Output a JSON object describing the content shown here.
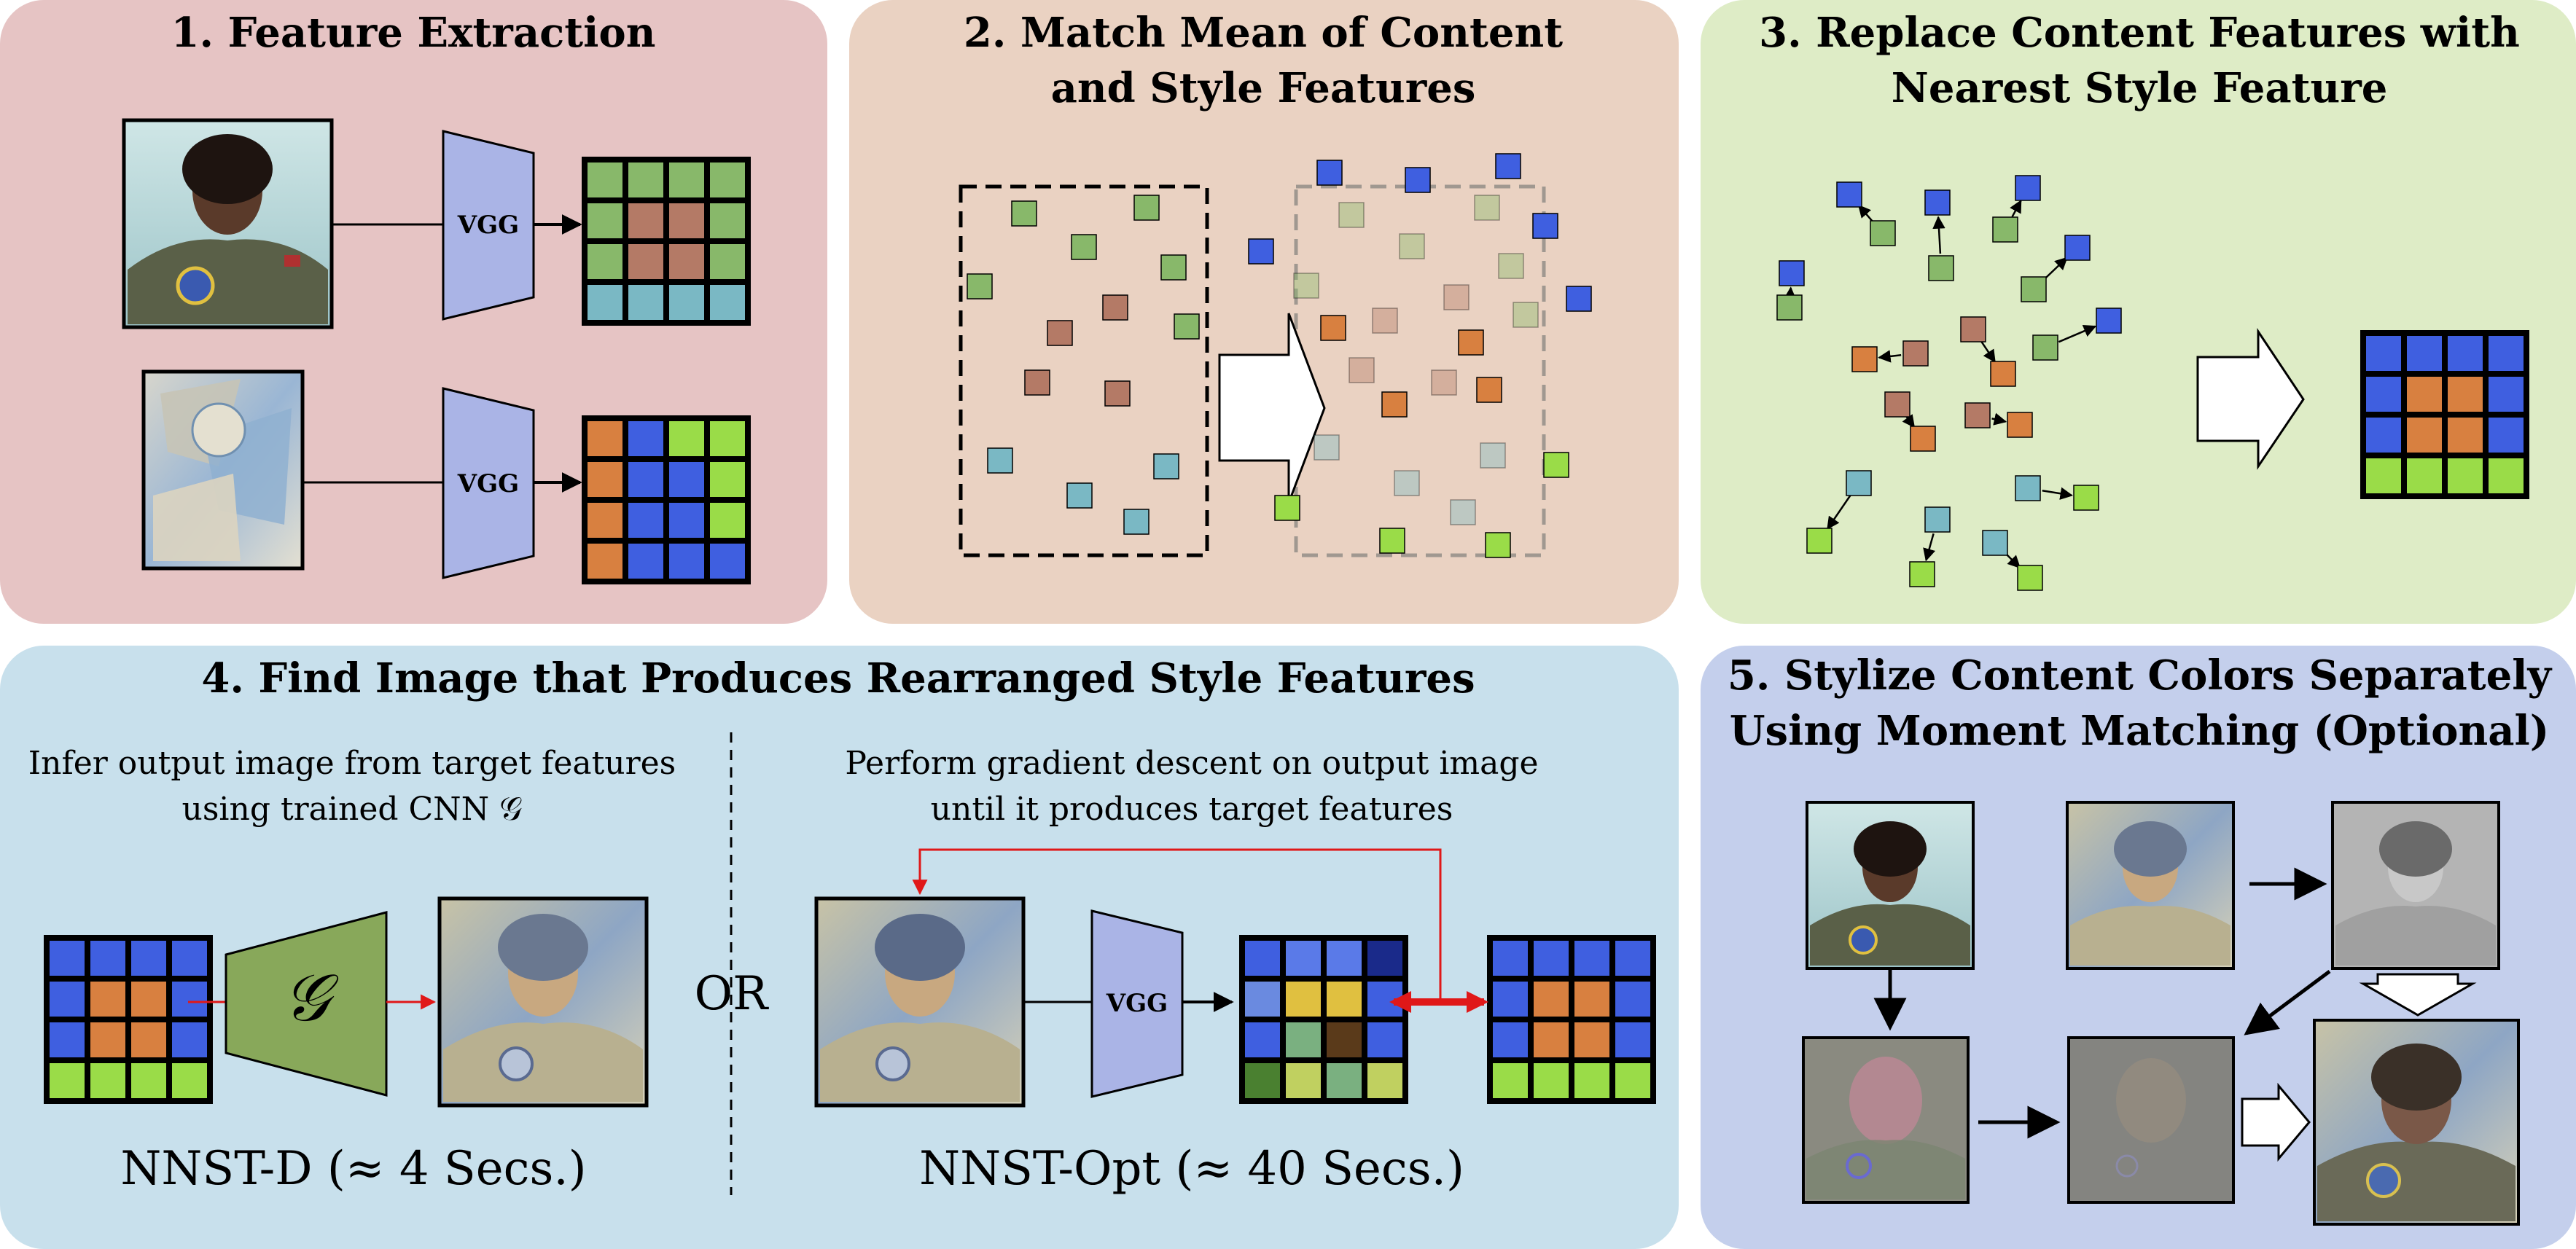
{
  "colors": {
    "panel1": "#e6c4c4",
    "panel2": "#ead2c2",
    "panel3": "#deecc6",
    "panel4": "#c8e0ec",
    "panel5": "#c4cfec",
    "vgg_block": "#aab4e6",
    "generator_block": "#88a85a",
    "feature_blue": "#3f5fe0",
    "feature_orange": "#d88040",
    "feature_green": "#88b86a",
    "feature_brown": "#b47a66",
    "feature_teal": "#7ab8c4",
    "feature_lime": "#9adc48",
    "red_arrow": "#e01818"
  },
  "panels": {
    "p1": {
      "title": "1. Feature Extraction",
      "vgg_top": "VGG",
      "vgg_bottom": "VGG"
    },
    "p2": {
      "title_line1": "2. Match Mean of Content",
      "title_line2": "and Style Features"
    },
    "p3": {
      "title_line1": "3. Replace Content Features with",
      "title_line2": "Nearest Style Feature"
    },
    "p4": {
      "title": "4. Find Image that Produces Rearranged Style Features",
      "left_desc_line1": "Infer output image from target features",
      "left_desc_line2": "using trained CNN 𝒢",
      "generator_label": "𝒢",
      "or_label": "OR",
      "right_desc_line1": "Perform gradient descent on output image",
      "right_desc_line2": "until it produces target features",
      "vgg": "VGG",
      "method_left": "NNST-D (≈ 4 Secs.)",
      "method_right": "NNST-Opt (≈ 40 Secs.)"
    },
    "p5": {
      "title_line1": "5. Stylize Content Colors Separately",
      "title_line2": "Using Moment Matching (Optional)"
    }
  },
  "icons": {
    "content_photo": "portrait-photo-icon",
    "style_painting": "cubist-painting-icon",
    "stylized_output": "stylized-portrait-icon"
  }
}
